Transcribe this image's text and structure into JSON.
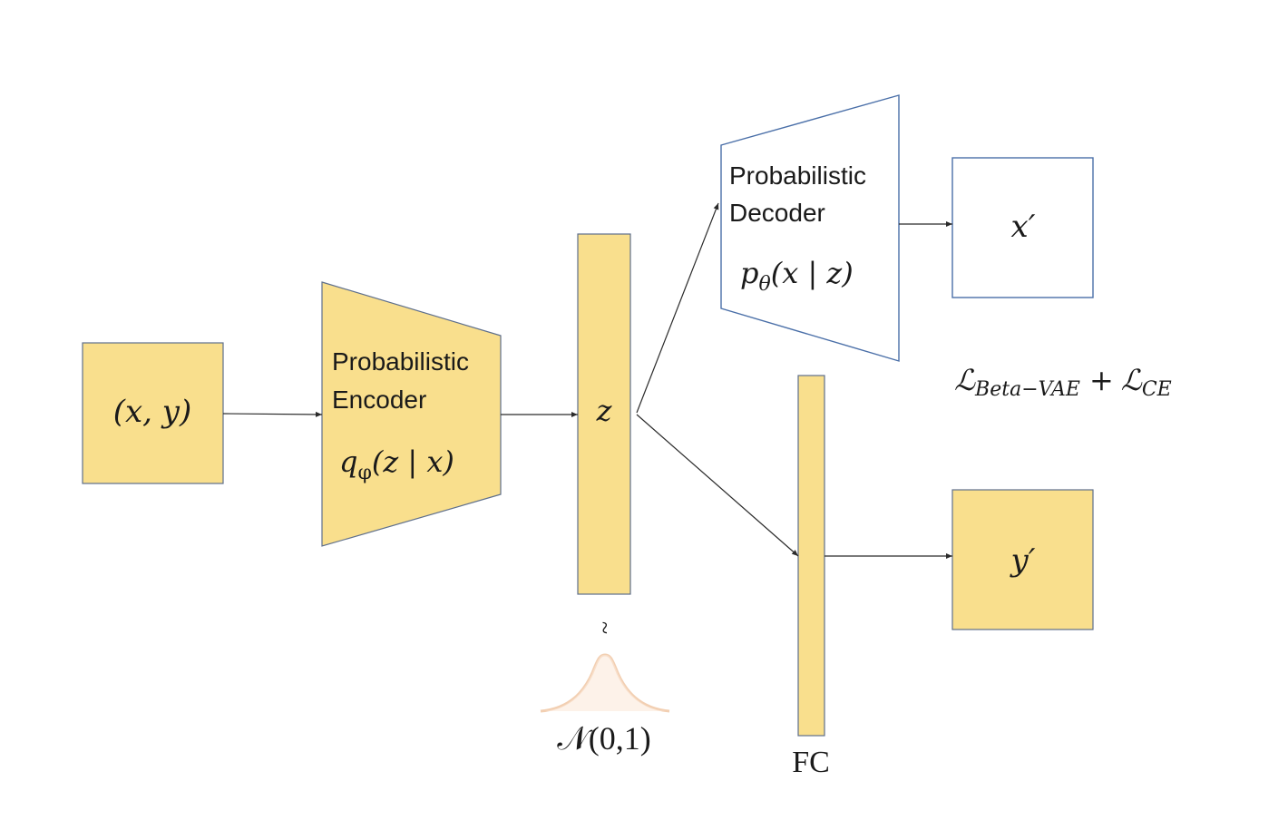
{
  "colors": {
    "fill": "#f9df8d",
    "fill_stroke": "#5e6f8c",
    "outline": "#4a6fa8",
    "arrow": "#2b2b2b",
    "gaussian": "#f2cfb2",
    "text": "#1a1a1a"
  },
  "nodes": {
    "input": {
      "label": "(x, y)"
    },
    "encoder": {
      "title_line1": "Probabilistic",
      "title_line2": "Encoder",
      "formula": "q",
      "formula_sub": "φ",
      "formula_rest": "(z | x)"
    },
    "latent": {
      "label": "z"
    },
    "prior": {
      "tilde": "~",
      "label": "𝒩(0,1)"
    },
    "decoder": {
      "title_line1": "Probabilistic",
      "title_line2": "Decoder",
      "formula": "p",
      "formula_sub": "θ",
      "formula_rest": "(x | z)"
    },
    "x_out": {
      "label": "x′"
    },
    "fc": {
      "label": "FC"
    },
    "y_out": {
      "label": "y′"
    }
  },
  "loss": {
    "term1": "ℒ",
    "term1_sub": "Beta−VAE",
    "plus": "+",
    "term2": "ℒ",
    "term2_sub": "CE"
  },
  "edges": [
    {
      "from": "input",
      "to": "encoder"
    },
    {
      "from": "encoder",
      "to": "latent"
    },
    {
      "from": "latent",
      "to": "decoder"
    },
    {
      "from": "latent",
      "to": "fc"
    },
    {
      "from": "decoder",
      "to": "x_out"
    },
    {
      "from": "fc",
      "to": "y_out"
    }
  ]
}
